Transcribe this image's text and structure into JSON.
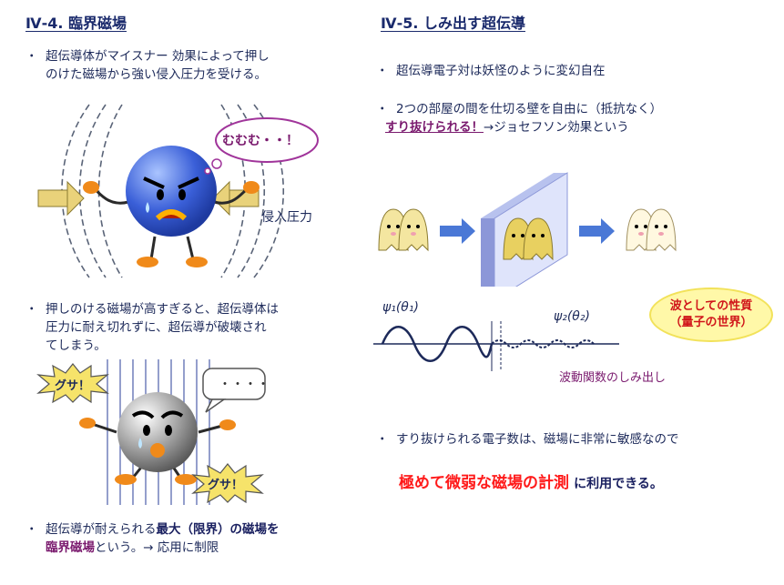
{
  "left": {
    "title": "Ⅳ-4. 臨界磁場",
    "bullet1_line1": "超伝導体がマイスナー 効果によって押し",
    "bullet1_line2": "のけた磁場から強い侵入圧力を受ける。",
    "thought_bubble": "むむむ・・！",
    "pressure_label": "侵入圧力",
    "bullet2_line1": "押しのける磁場が高すぎると、超伝導体は",
    "bullet2_line2": "圧力に耐え切れずに、超伝導が破壊され",
    "bullet2_line3": "てしまう。",
    "burst1": "グサ！",
    "burst2": "グサ！",
    "dots_bubble": "・・・・",
    "bullet3_part1": "超伝導が耐えられる",
    "bullet3_bold": "最大（限界）の磁場を",
    "bullet3_line2_bold": "臨界磁場",
    "bullet3_line2_rest": "という。→ 応用に制限"
  },
  "right": {
    "title": "Ⅳ-5. しみ出す超伝導",
    "bullet1": "超伝導電子対は妖怪のように変幻自在",
    "bullet2_line1": "2つの部屋の間を仕切る壁を自由に（抵抗なく）",
    "bullet2_highlight": "すり抜けられる！",
    "bullet2_rest": "→ジョセフソン効果という",
    "psi1_label": "ψ₁(θ₁)",
    "psi2_label": "ψ₂(θ₂)",
    "wave_caption": "波動関数のしみ出し",
    "oval_line1": "波としての性質",
    "oval_line2": "（量子の世界）",
    "bullet3": "すり抜けられる電子数は、磁場に非常に敏感なので",
    "conclusion_red": "極めて微弱な磁場の計測",
    "conclusion_rest": "に利用できる。"
  },
  "colors": {
    "title": "#1a2a6c",
    "purple": "#7a1a6e",
    "red": "#ff1a1a",
    "ball_blue": "#3a5fd8",
    "arrow_blue": "#4a78d6",
    "wall": "#8c97d8",
    "oval": "#fff8a8"
  }
}
